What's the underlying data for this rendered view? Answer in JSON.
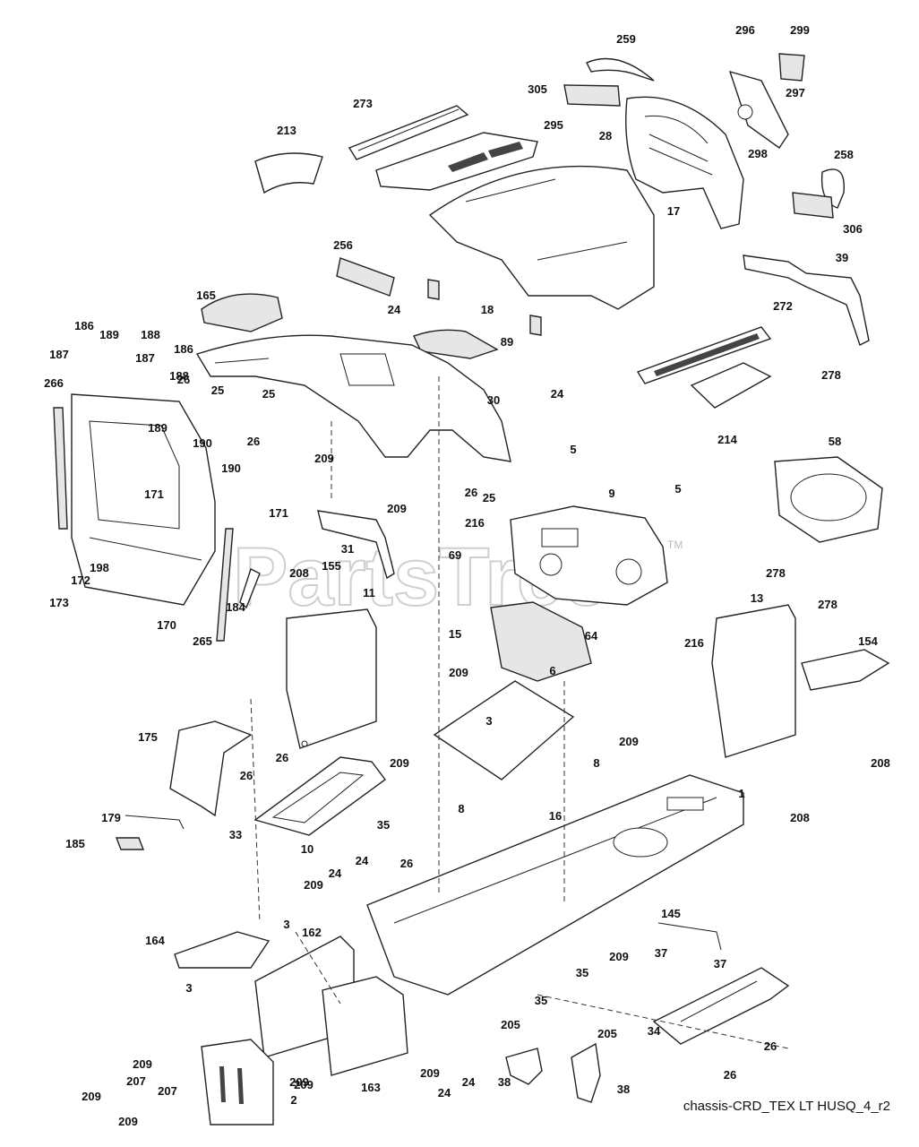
{
  "watermark": "PartsTree",
  "trademark": "TM",
  "caption": "chassis-CRD_TEX LT HUSQ_4_r2",
  "callouts": [
    {
      "id": "c259",
      "text": "259"
    },
    {
      "id": "c296",
      "text": "296"
    },
    {
      "id": "c299",
      "text": "299"
    },
    {
      "id": "c305",
      "text": "305"
    },
    {
      "id": "c297",
      "text": "297"
    },
    {
      "id": "c273",
      "text": "273"
    },
    {
      "id": "c295",
      "text": "295"
    },
    {
      "id": "c28",
      "text": "28"
    },
    {
      "id": "c298",
      "text": "298"
    },
    {
      "id": "c213",
      "text": "213"
    },
    {
      "id": "c258",
      "text": "258"
    },
    {
      "id": "c17",
      "text": "17"
    },
    {
      "id": "c306",
      "text": "306"
    },
    {
      "id": "c256",
      "text": "256"
    },
    {
      "id": "c39",
      "text": "39"
    },
    {
      "id": "c165",
      "text": "165"
    },
    {
      "id": "c24a",
      "text": "24"
    },
    {
      "id": "c18",
      "text": "18"
    },
    {
      "id": "c272",
      "text": "272"
    },
    {
      "id": "c186a",
      "text": "186"
    },
    {
      "id": "c189a",
      "text": "189"
    },
    {
      "id": "c188a",
      "text": "188"
    },
    {
      "id": "c89",
      "text": "89"
    },
    {
      "id": "c187a",
      "text": "187"
    },
    {
      "id": "c186b",
      "text": "186"
    },
    {
      "id": "c187b",
      "text": "187"
    },
    {
      "id": "c278a",
      "text": "278"
    },
    {
      "id": "c188b",
      "text": "188"
    },
    {
      "id": "c25a",
      "text": "25"
    },
    {
      "id": "c266",
      "text": "266"
    },
    {
      "id": "c26a",
      "text": "26"
    },
    {
      "id": "c25b",
      "text": "25"
    },
    {
      "id": "c30",
      "text": "30"
    },
    {
      "id": "c24b",
      "text": "24"
    },
    {
      "id": "c189b",
      "text": "189"
    },
    {
      "id": "c26b",
      "text": "26"
    },
    {
      "id": "c214",
      "text": "214"
    },
    {
      "id": "c190a",
      "text": "190"
    },
    {
      "id": "c58",
      "text": "58"
    },
    {
      "id": "c5a",
      "text": "5"
    },
    {
      "id": "c209a",
      "text": "209"
    },
    {
      "id": "c26c",
      "text": "26"
    },
    {
      "id": "c25c",
      "text": "25"
    },
    {
      "id": "c190b",
      "text": "190"
    },
    {
      "id": "c5b",
      "text": "5"
    },
    {
      "id": "c9",
      "text": "9"
    },
    {
      "id": "c171a",
      "text": "171"
    },
    {
      "id": "c209b",
      "text": "209"
    },
    {
      "id": "c216a",
      "text": "216"
    },
    {
      "id": "c171b",
      "text": "171"
    },
    {
      "id": "c31",
      "text": "31"
    },
    {
      "id": "c69",
      "text": "69"
    },
    {
      "id": "c278b",
      "text": "278"
    },
    {
      "id": "c198",
      "text": "198"
    },
    {
      "id": "c208a",
      "text": "208"
    },
    {
      "id": "c155",
      "text": "155"
    },
    {
      "id": "c172",
      "text": "172"
    },
    {
      "id": "c173",
      "text": "173"
    },
    {
      "id": "c11",
      "text": "11"
    },
    {
      "id": "c278c",
      "text": "278"
    },
    {
      "id": "c13",
      "text": "13"
    },
    {
      "id": "c184",
      "text": "184"
    },
    {
      "id": "c170",
      "text": "170"
    },
    {
      "id": "c265",
      "text": "265"
    },
    {
      "id": "c15",
      "text": "15"
    },
    {
      "id": "c64",
      "text": "64"
    },
    {
      "id": "c216b",
      "text": "216"
    },
    {
      "id": "c154",
      "text": "154"
    },
    {
      "id": "c208b",
      "text": "208"
    },
    {
      "id": "c209c",
      "text": "209"
    },
    {
      "id": "c6",
      "text": "6"
    },
    {
      "id": "c3a",
      "text": "3"
    },
    {
      "id": "c209d",
      "text": "209"
    },
    {
      "id": "c175",
      "text": "175"
    },
    {
      "id": "c26d",
      "text": "26"
    },
    {
      "id": "c209e",
      "text": "209"
    },
    {
      "id": "c8a",
      "text": "8"
    },
    {
      "id": "c26e",
      "text": "26"
    },
    {
      "id": "c208c",
      "text": "208"
    },
    {
      "id": "c1",
      "text": "1"
    },
    {
      "id": "c8b",
      "text": "8"
    },
    {
      "id": "c16",
      "text": "16"
    },
    {
      "id": "c179",
      "text": "179"
    },
    {
      "id": "c35a",
      "text": "35"
    },
    {
      "id": "c208d",
      "text": "208"
    },
    {
      "id": "c33",
      "text": "33"
    },
    {
      "id": "c185",
      "text": "185"
    },
    {
      "id": "c10",
      "text": "10"
    },
    {
      "id": "c24c",
      "text": "24"
    },
    {
      "id": "c26f",
      "text": "26"
    },
    {
      "id": "c24d",
      "text": "24"
    },
    {
      "id": "c209f",
      "text": "209"
    },
    {
      "id": "c145",
      "text": "145"
    },
    {
      "id": "c164",
      "text": "164"
    },
    {
      "id": "c3b",
      "text": "3"
    },
    {
      "id": "c162",
      "text": "162"
    },
    {
      "id": "c37a",
      "text": "37"
    },
    {
      "id": "c209g",
      "text": "209"
    },
    {
      "id": "c37b",
      "text": "37"
    },
    {
      "id": "c3c",
      "text": "3"
    },
    {
      "id": "c35b",
      "text": "35"
    },
    {
      "id": "c35c",
      "text": "35"
    },
    {
      "id": "c205a",
      "text": "205"
    },
    {
      "id": "c34",
      "text": "34"
    },
    {
      "id": "c26g",
      "text": "26"
    },
    {
      "id": "c209h",
      "text": "209"
    },
    {
      "id": "c205b",
      "text": "205"
    },
    {
      "id": "c207a",
      "text": "207"
    },
    {
      "id": "c209i",
      "text": "209"
    },
    {
      "id": "c209j",
      "text": "209"
    },
    {
      "id": "c207b",
      "text": "207"
    },
    {
      "id": "c209k",
      "text": "209"
    },
    {
      "id": "c24e",
      "text": "24"
    },
    {
      "id": "c38a",
      "text": "38"
    },
    {
      "id": "c24f",
      "text": "24"
    },
    {
      "id": "c38b",
      "text": "38"
    },
    {
      "id": "c26h",
      "text": "26"
    },
    {
      "id": "c163",
      "text": "163"
    },
    {
      "id": "c209l",
      "text": "209"
    },
    {
      "id": "c2",
      "text": "2"
    },
    {
      "id": "c209m",
      "text": "209"
    }
  ]
}
